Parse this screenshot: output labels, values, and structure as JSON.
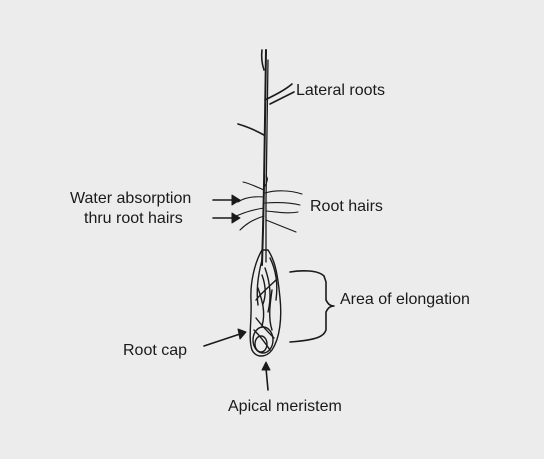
{
  "labels": {
    "lateral_roots": "Lateral roots",
    "water_absorption_line1": "Water absorption",
    "water_absorption_line2": "thru root hairs",
    "root_hairs": "Root hairs",
    "area_of_elongation": "Area of elongation",
    "root_cap": "Root cap",
    "apical_meristem": "Apical meristem"
  },
  "colors": {
    "background": "#ececec",
    "ink": "#1a1a1a"
  }
}
